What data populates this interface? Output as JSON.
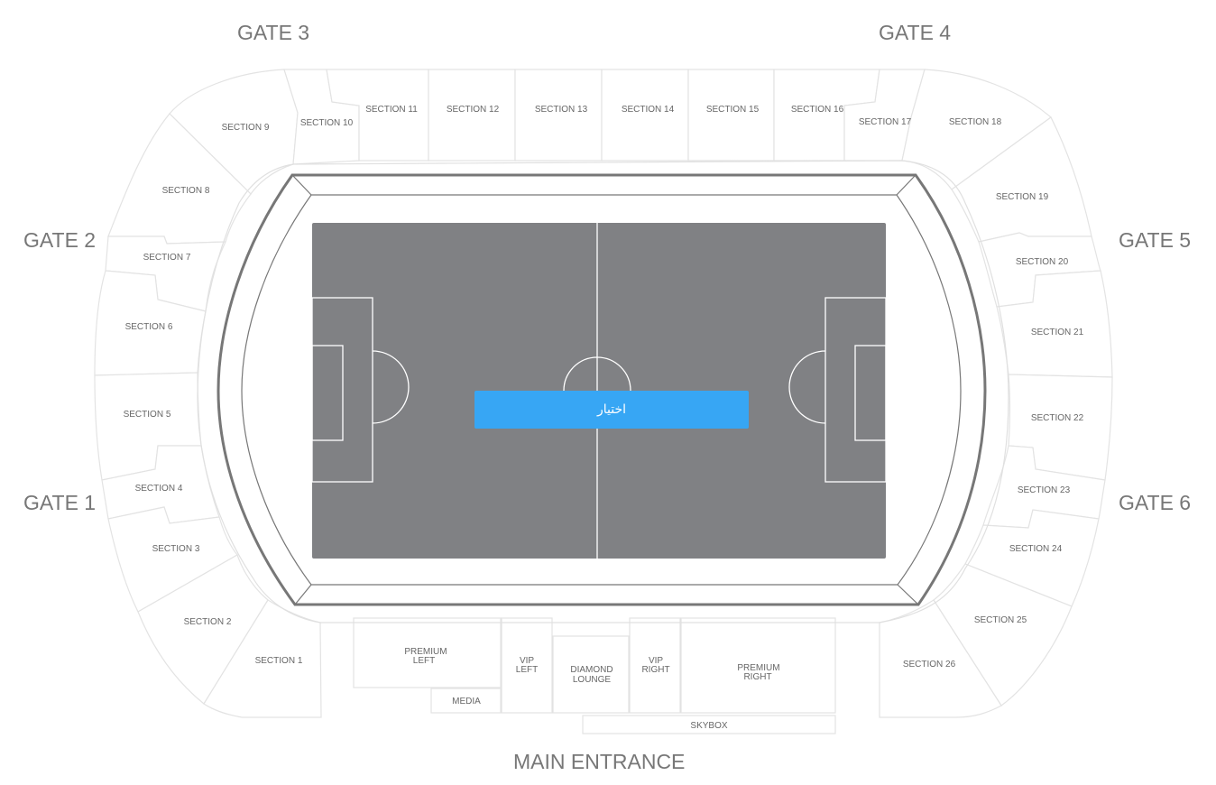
{
  "gates": {
    "gate1": "GATE 1",
    "gate2": "GATE 2",
    "gate3": "GATE 3",
    "gate4": "GATE 4",
    "gate5": "GATE 5",
    "gate6": "GATE 6"
  },
  "main_entrance": "MAIN ENTRANCE",
  "select_button": "اختيار",
  "sections": {
    "s1": "SECTION 1",
    "s2": "SECTION 2",
    "s3": "SECTION 3",
    "s4": "SECTION 4",
    "s5": "SECTION 5",
    "s6": "SECTION 6",
    "s7": "SECTION 7",
    "s8": "SECTION 8",
    "s9": "SECTION 9",
    "s10": "SECTION 10",
    "s11": "SECTION 11",
    "s12": "SECTION 12",
    "s13": "SECTION 13",
    "s14": "SECTION 14",
    "s15": "SECTION 15",
    "s16": "SECTION 16",
    "s17": "SECTION 17",
    "s18": "SECTION 18",
    "s19": "SECTION 19",
    "s20": "SECTION 20",
    "s21": "SECTION 21",
    "s22": "SECTION 22",
    "s23": "SECTION 23",
    "s24": "SECTION 24",
    "s25": "SECTION 25",
    "s26": "SECTION 26"
  },
  "boxes": {
    "premium_left_1": "PREMIUM",
    "premium_left_2": "LEFT",
    "media": "MEDIA",
    "vip_left_1": "VIP",
    "vip_left_2": "LEFT",
    "diamond_1": "DIAMOND",
    "diamond_2": "LOUNGE",
    "vip_right_1": "VIP",
    "vip_right_2": "RIGHT",
    "premium_right_1": "PREMIUM",
    "premium_right_2": "RIGHT",
    "skybox": "SKYBOX"
  },
  "colors": {
    "pitch": "#808184",
    "accent": "#37a6f4",
    "section_stroke": "#e3e3e3",
    "ring_stroke": "#777777"
  }
}
